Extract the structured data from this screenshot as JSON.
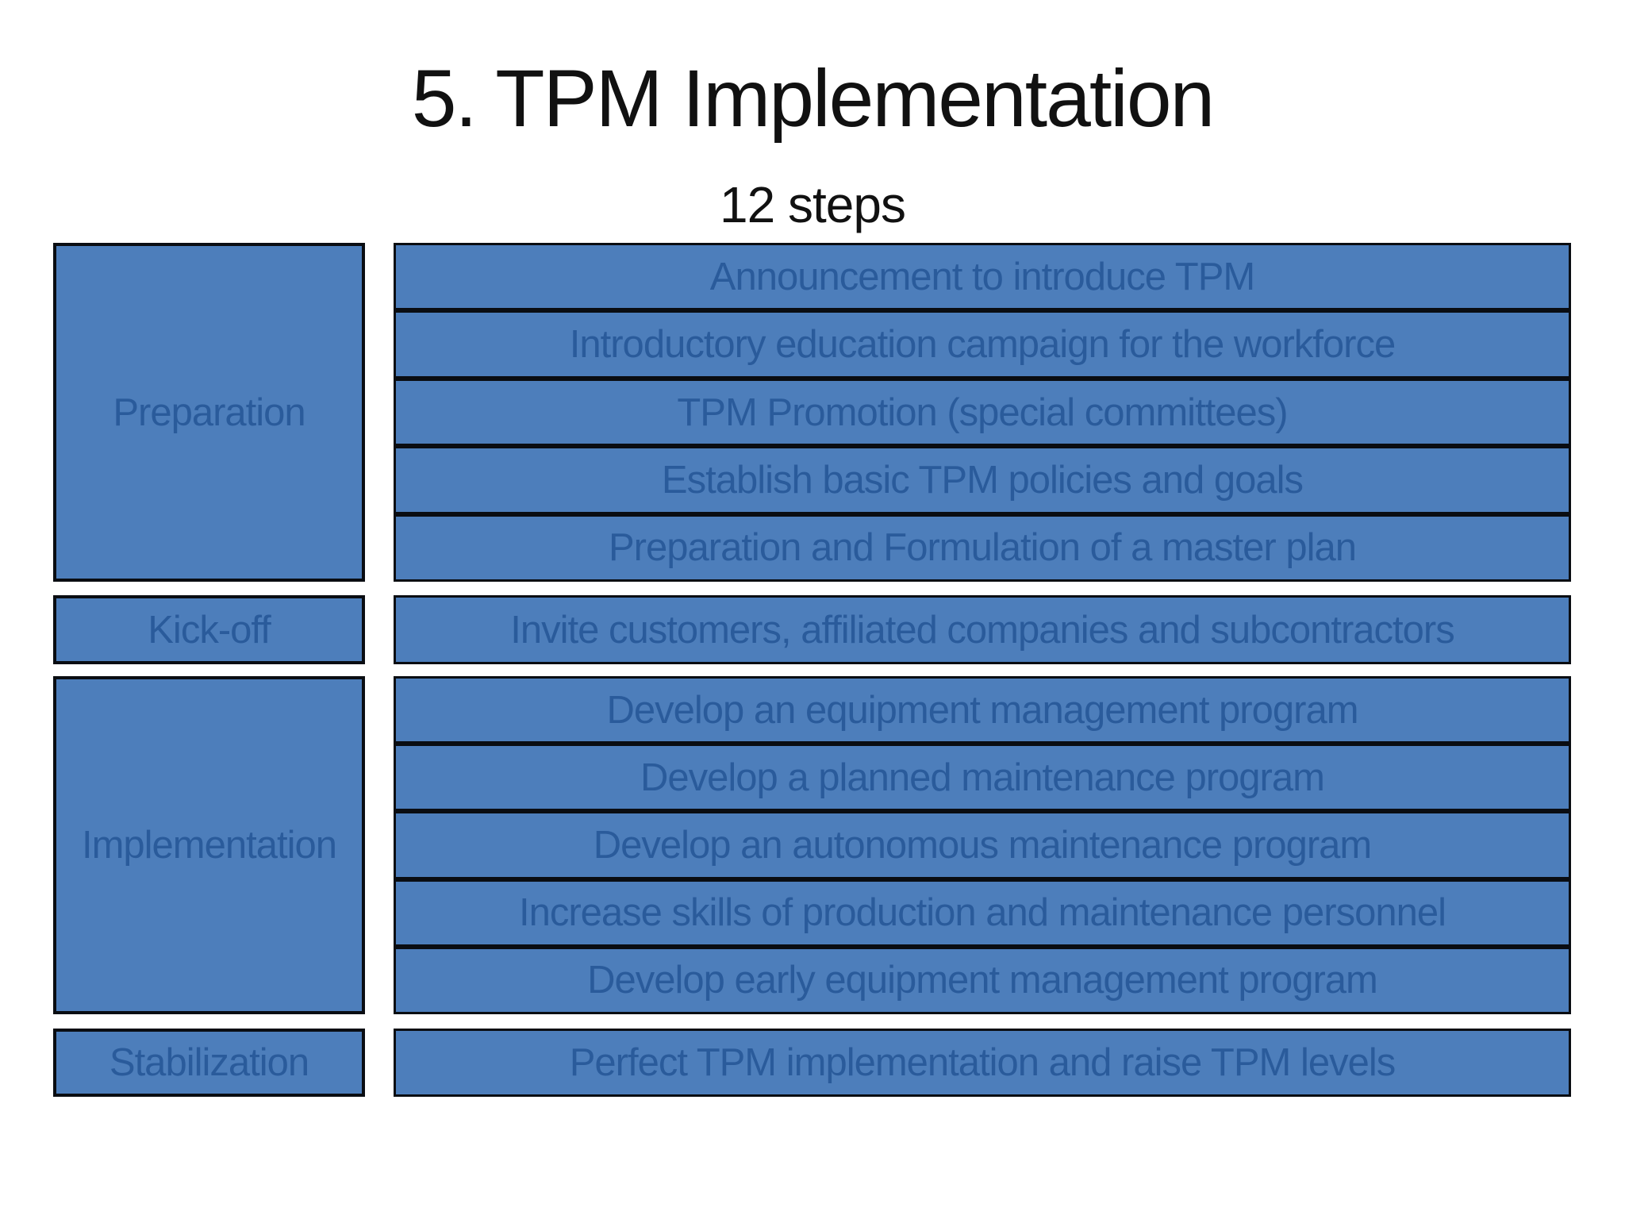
{
  "title": "5. TPM Implementation",
  "subtitle": "12 steps",
  "colors": {
    "background": "#ffffff",
    "box_fill": "#4d7ebb",
    "box_border": "#0a0d12",
    "box_text": "#2a5b9b",
    "title_text": "#111111"
  },
  "phases": [
    {
      "label": "Preparation",
      "steps": [
        "Announcement to introduce TPM",
        "Introductory education campaign for the workforce",
        "TPM Promotion (special committees)",
        "Establish basic TPM policies and goals",
        "Preparation and Formulation of a master plan"
      ]
    },
    {
      "label": "Kick-off",
      "steps": [
        "Invite customers, affiliated companies and subcontractors"
      ]
    },
    {
      "label": "Implementation",
      "steps": [
        "Develop an equipment management program",
        "Develop a planned maintenance program",
        "Develop an autonomous maintenance program",
        "Increase skills of production and maintenance personnel",
        "Develop early equipment management program"
      ]
    },
    {
      "label": "Stabilization",
      "steps": [
        "Perfect TPM implementation and raise TPM levels"
      ]
    }
  ]
}
